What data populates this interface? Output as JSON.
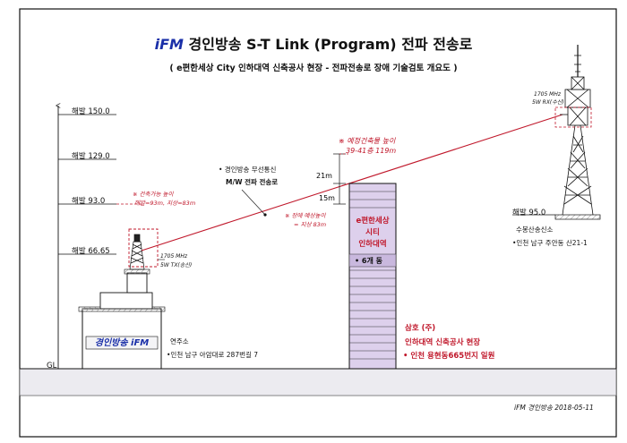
{
  "title": {
    "logo": "iFM",
    "main": "경인방송 S-T Link (Program) 전파 전송로"
  },
  "subtitle": "( e편한세상 City 인하대역 신축공사 현장 - 전파전송로 장애 기술검토 개요도 )",
  "altitudes": {
    "a150": "해발 150.0",
    "a129": "해발 129.0",
    "a93": "해발 93.0",
    "a6665": "해발 66.65",
    "gl": "GL",
    "a95": "해발 95.0"
  },
  "studio": {
    "building_label": "경인방송 iFM",
    "building_logo_color": "#1a2fa8",
    "name": "연주소",
    "address": "•인천 남구 아암대로 287번길 7",
    "tx_freq": "1705 MHz",
    "tx_power": "5W TX(송신)",
    "buildable_note1": "※ 건축가능 높이",
    "buildable_note2": "해발=93m, 지상=83m"
  },
  "path": {
    "label1": "• 경인방송 무선통신",
    "label2": "M/W 전파 전송로",
    "obstacle_note1": "※ 장애 예상높이",
    "obstacle_note2": "= 지상 83m"
  },
  "construction": {
    "planned_note1": "※ 예정건축물 높이",
    "planned_note2": "39-41층 119m",
    "dim_21m": "21m",
    "dim_15m": "15m",
    "name1": "e편한세상",
    "name2": "시티",
    "name3": "인하대역",
    "bldg_count": "• 6개 동",
    "contractor": "삼호 (주)",
    "site": "인하대역 신축공사 현장",
    "site_address": "• 인천 용현동665번지 일원",
    "fill_color": "#ddd0ec"
  },
  "transmitter": {
    "rx_freq": "1705 MHz",
    "rx_power": "5W RX(수신)",
    "name": "수봉산송신소",
    "address": "•인천 남구 주안동 산21-1"
  },
  "footer": "iFM 경인방송 2018-05-11",
  "colors": {
    "path": "#c0182b",
    "ground": "#ecebf0",
    "accent_red": "#c0182b"
  }
}
